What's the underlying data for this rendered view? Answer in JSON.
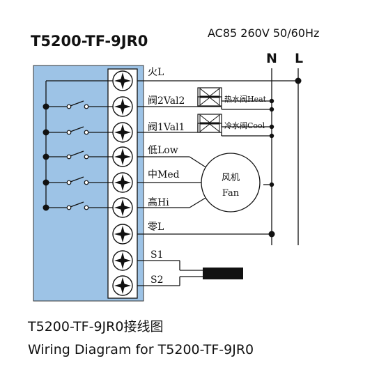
{
  "title": "T5200-TF-9JR0",
  "power_supply": "AC85 260V 50/60Hz",
  "power_lines": {
    "neutral": "N",
    "live": "L"
  },
  "terminals": [
    {
      "label": "火L"
    },
    {
      "label": "阀2Val2"
    },
    {
      "label": "阀1Val1"
    },
    {
      "label": "低Low"
    },
    {
      "label": "中Med"
    },
    {
      "label": "高Hi"
    },
    {
      "label": "零L"
    },
    {
      "label": "S1"
    },
    {
      "label": "S2"
    }
  ],
  "valves": [
    {
      "label": "热水阀Heat"
    },
    {
      "label": "冷水阀Cool"
    }
  ],
  "fan": {
    "label_cn": "风机",
    "label_en": "Fan"
  },
  "caption": {
    "cn": "T5200-TF-9JR0接线图",
    "en": "Wiring Diagram for T5200-TF-9JR0"
  },
  "colors": {
    "thermostat_body": "#9dc3e6",
    "terminal_strip": "#ffffff",
    "sensor": "#111111",
    "wire": "#111111"
  }
}
